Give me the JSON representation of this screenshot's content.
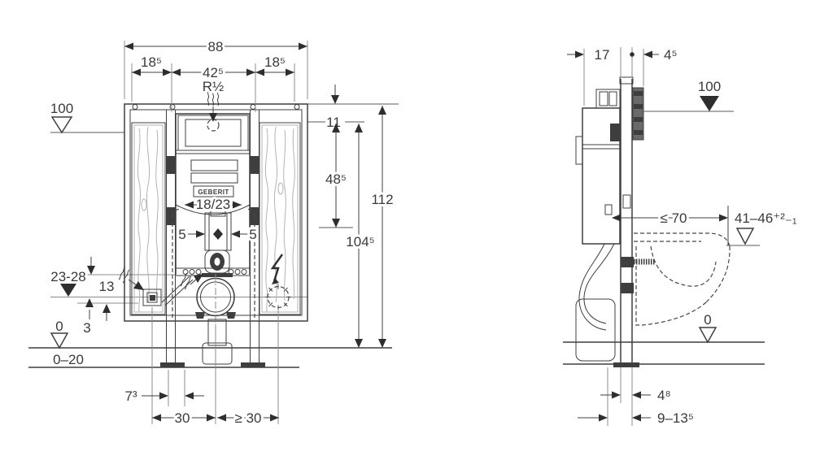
{
  "drawing": {
    "type": "installation-element-technical-drawing",
    "views": [
      "front",
      "side"
    ],
    "colors": {
      "ink": "#3f3f3f",
      "thin_lines": "#8c8c8c",
      "background": "#ffffff",
      "dark_fill": "#2e2e2e"
    },
    "icons": {
      "water_supply": "wavy-water-icon",
      "electrical_connection": "lightning-icon",
      "level_datum_filled": "filled-triangle",
      "level_datum_open": "open-triangle"
    }
  },
  "front_view": {
    "brand_label": "GEBERIT",
    "dims": {
      "overall_width": "88",
      "panel_offset_left": "18⁵",
      "cistern_width": "42⁵",
      "water_connection": "R½",
      "panel_offset_right": "18⁵",
      "actuator_datum": "100",
      "top_clearance": "11",
      "flush_drop": "48⁵",
      "frame_height": "112",
      "supply_height": "104⁵",
      "outlet_sizes": "18/23",
      "outlet_offset_left": "5",
      "outlet_offset_right": "5",
      "supply_range": "23-28",
      "supply_drop": "13",
      "supply_gap": "3",
      "floor_datum": "0",
      "floor_buildup": "0–20",
      "leg_offset": "7³",
      "drain_spacing": "30",
      "electric_spacing": "≥ 30"
    }
  },
  "side_view": {
    "dims": {
      "frame_depth": "17",
      "plate_depth": "4⁵",
      "actuator_datum": "100",
      "bowl_projection": "≤ 70",
      "bowl_height_range": "41–46⁺²₋₁",
      "floor_datum": "0",
      "rail_base": "4⁸",
      "floor_range": "9–13⁵"
    }
  }
}
